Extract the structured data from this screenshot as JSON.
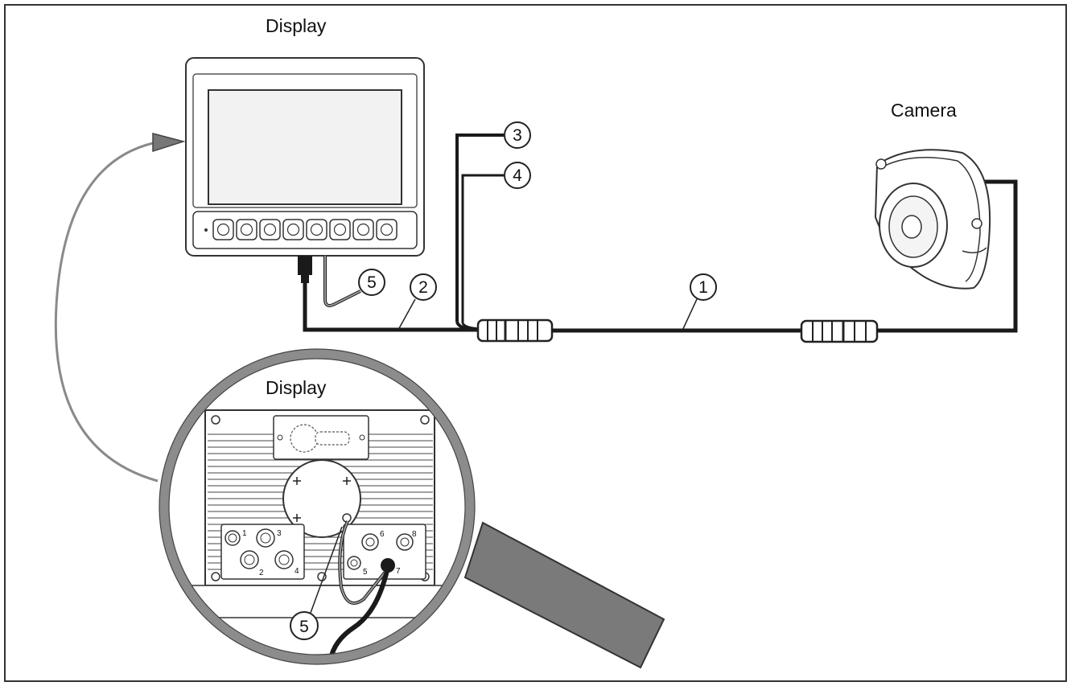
{
  "labels": {
    "display_top": "Display",
    "camera": "Camera",
    "display_detail": "Display"
  },
  "callouts": {
    "c1": "1",
    "c2": "2",
    "c3": "3",
    "c4": "4",
    "c5_top": "5",
    "c5_detail": "5"
  },
  "pins": {
    "p1": "1",
    "p2": "2",
    "p3": "3",
    "p4": "4",
    "p5": "5",
    "p6": "6",
    "p7": "7",
    "p8": "8"
  },
  "colors": {
    "cable": "#1a1a1a",
    "thin_cable": "#888888",
    "magnifier_ring": "#8c8c8c",
    "handle": "#7a7a7a",
    "outline": "#333333"
  }
}
